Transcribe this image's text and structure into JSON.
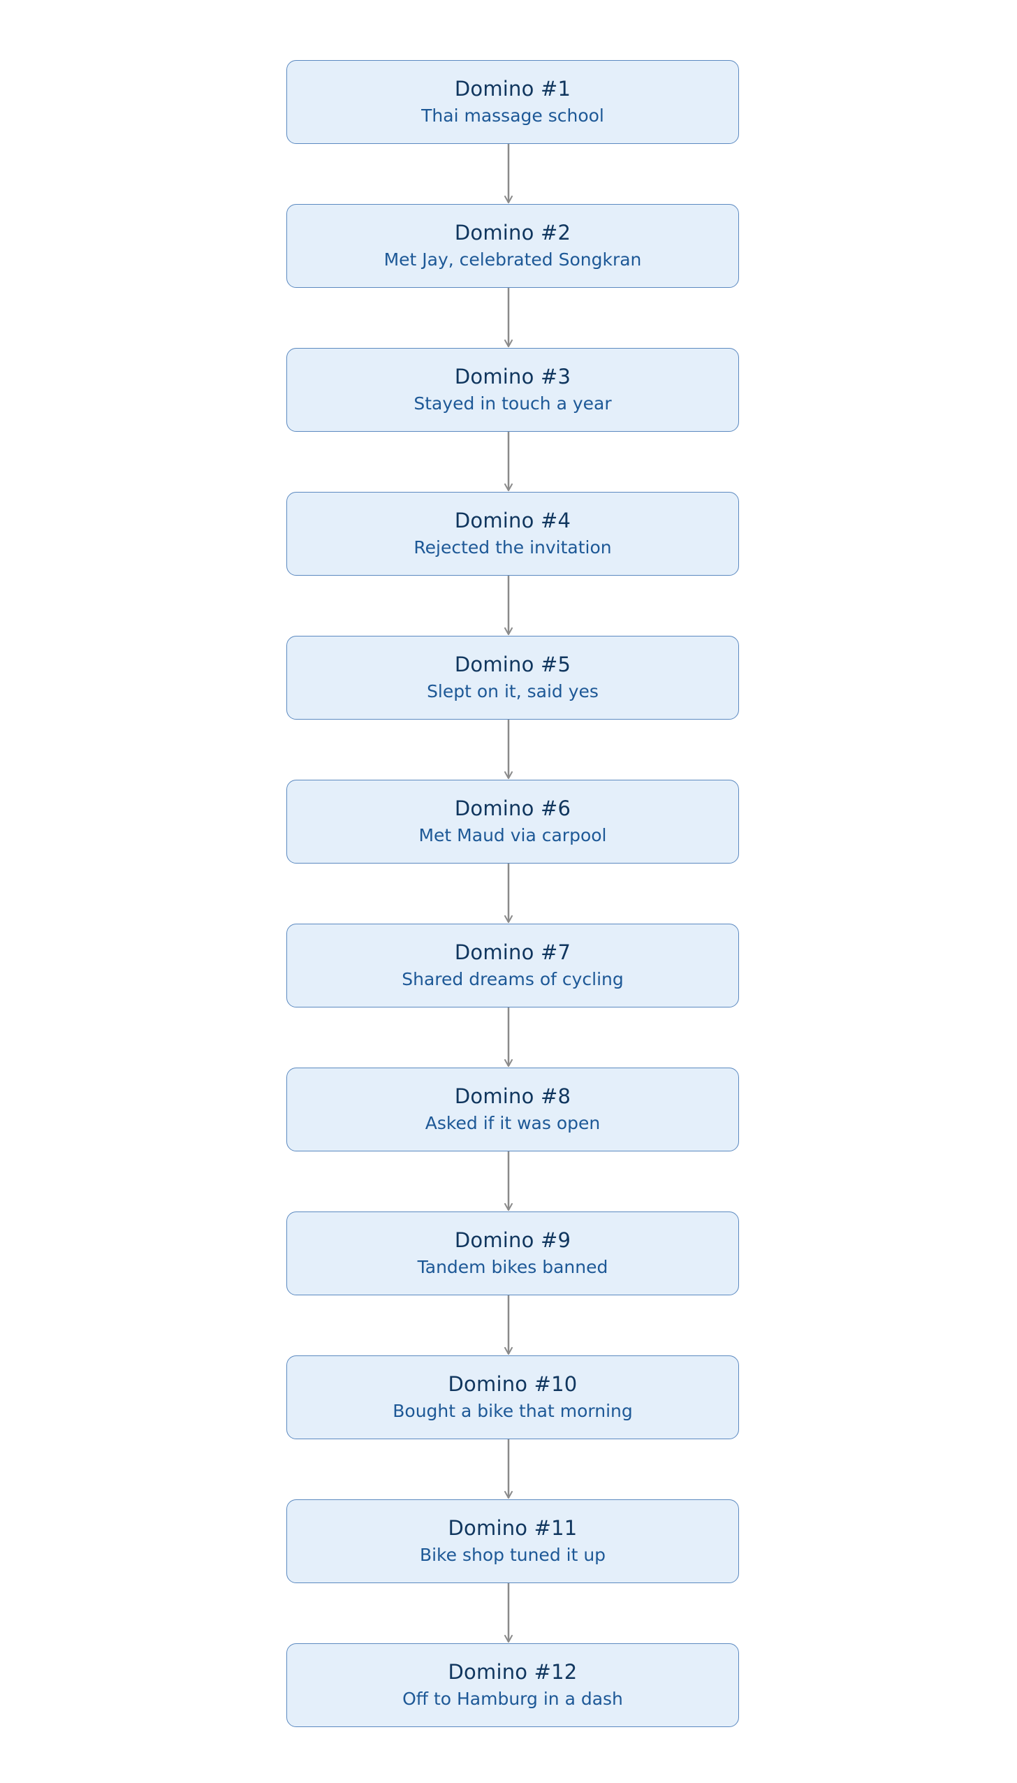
{
  "dominoes": [
    {
      "title": "Domino #1",
      "subtitle": "Thai massage school"
    },
    {
      "title": "Domino #2",
      "subtitle": "Met Jay, celebrated Songkran"
    },
    {
      "title": "Domino #3",
      "subtitle": "Stayed in touch a year"
    },
    {
      "title": "Domino #4",
      "subtitle": "Rejected the invitation"
    },
    {
      "title": "Domino #5",
      "subtitle": "Slept on it, said yes"
    },
    {
      "title": "Domino #6",
      "subtitle": "Met Maud via carpool"
    },
    {
      "title": "Domino #7",
      "subtitle": "Shared dreams of cycling"
    },
    {
      "title": "Domino #8",
      "subtitle": "Asked if it was open"
    },
    {
      "title": "Domino #9",
      "subtitle": "Tandem bikes banned"
    },
    {
      "title": "Domino #10",
      "subtitle": "Bought a bike that morning"
    },
    {
      "title": "Domino #11",
      "subtitle": "Bike shop tuned it up"
    },
    {
      "title": "Domino #12",
      "subtitle": "Off to Hamburg in a dash"
    }
  ],
  "colors": {
    "node_fill": "#e4effa",
    "node_border": "#5b89c0",
    "title_text": "#10365e",
    "subtitle_text": "#1d5896",
    "arrow": "#8a8a8a"
  }
}
